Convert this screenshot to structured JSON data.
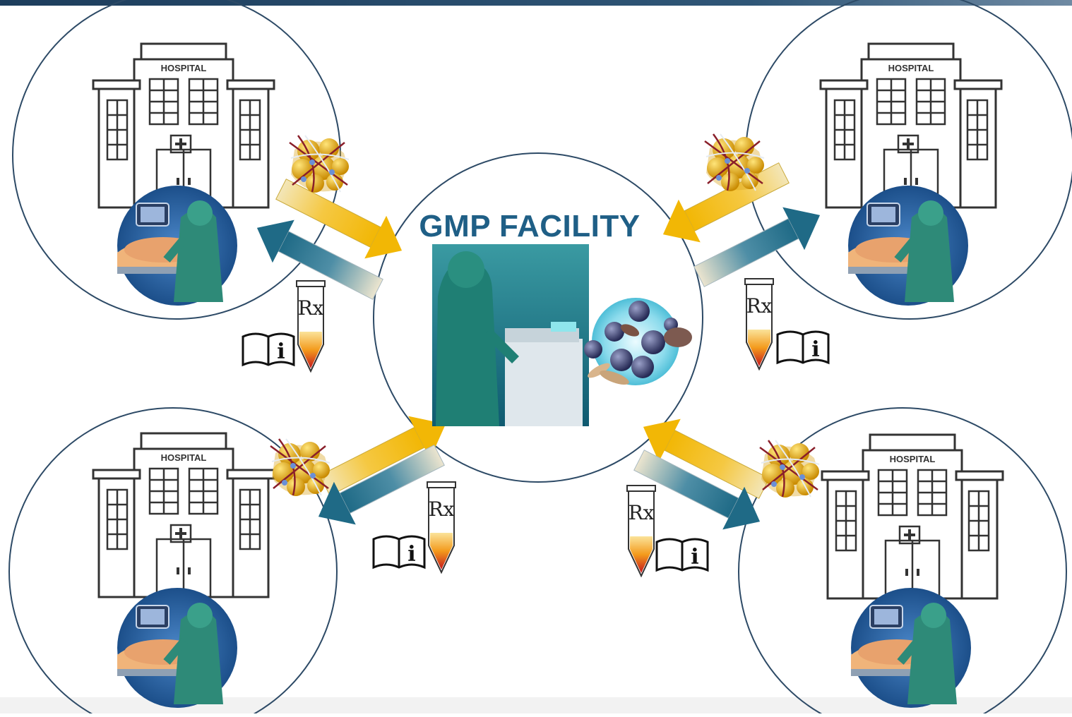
{
  "center": {
    "title": "GMP FACILITY"
  },
  "hospitals": [
    {
      "id": "top-left",
      "label": "HOSPITAL"
    },
    {
      "id": "top-right",
      "label": "HOSPITAL"
    },
    {
      "id": "bottom-left",
      "label": "HOSPITAL"
    },
    {
      "id": "bottom-right",
      "label": "HOSPITAL"
    }
  ],
  "prescription_symbol": "Rx",
  "info_symbol": "i",
  "colors": {
    "circle_stroke": "#2d4a66",
    "title_blue": "#1f5f86",
    "arrow_to_facility": "#f2b705",
    "arrow_to_hospital": "#1f6a86",
    "arrow_tail": "#e9e2c8",
    "header_bar": "#1d3d5c"
  },
  "icons": [
    "hospital-building-icon",
    "surgery-scene-icon",
    "tissue-sample-icon",
    "prescription-tube-icon",
    "info-leaflet-icon",
    "cell-cluster-icon",
    "lab-technician-icon"
  ]
}
